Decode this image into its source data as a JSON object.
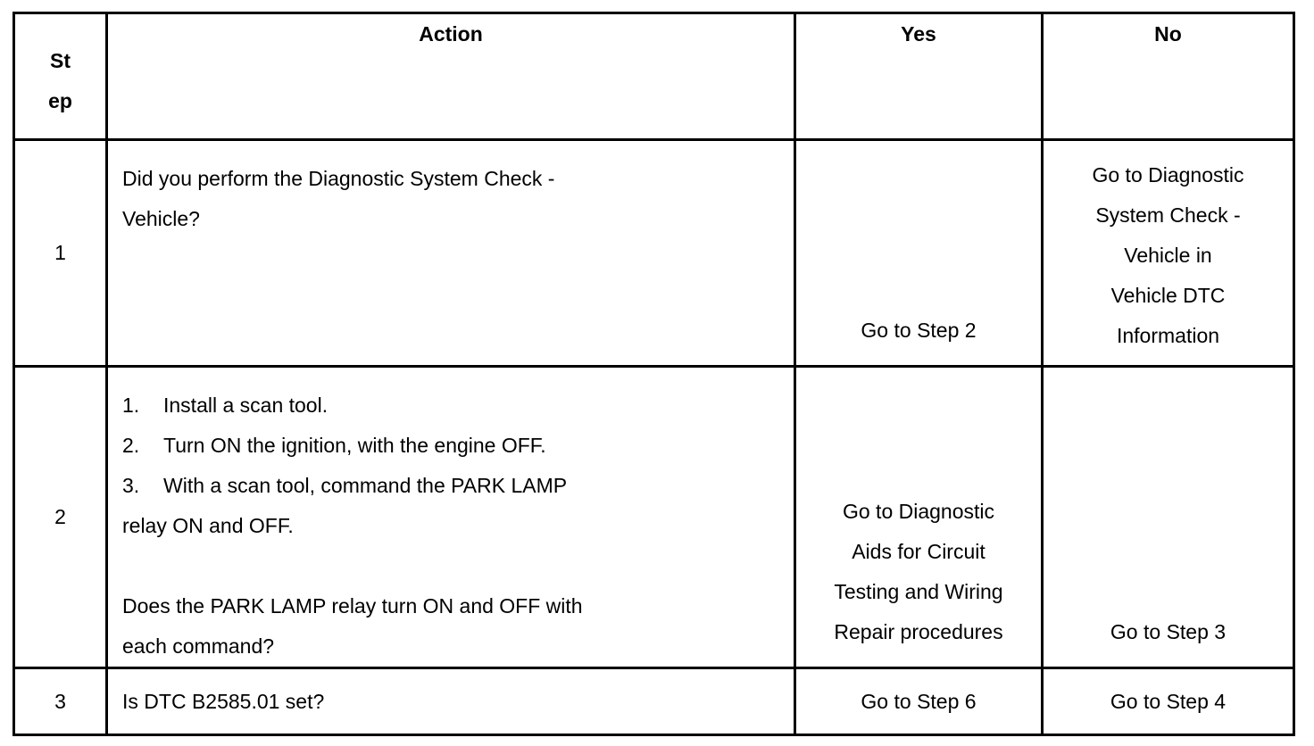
{
  "table": {
    "headers": {
      "step_line1": "St",
      "step_line2": "ep",
      "action": "Action",
      "yes": "Yes",
      "no": "No"
    },
    "rows": [
      {
        "step": "1",
        "action_lines": [
          "Did you perform the Diagnostic System Check -",
          "Vehicle?"
        ],
        "yes_lines": [
          "Go to Step 2"
        ],
        "no_lines": [
          "Go to Diagnostic",
          "System Check -",
          "Vehicle in",
          "Vehicle DTC",
          "Information"
        ]
      },
      {
        "step": "2",
        "action_list": [
          {
            "num": "1.",
            "text": "Install a scan tool."
          },
          {
            "num": "2.",
            "text": "Turn ON the ignition, with the engine OFF."
          },
          {
            "num": "3.",
            "text": "With a scan tool, command the PARK LAMP"
          }
        ],
        "action_continuation": "relay ON and OFF.",
        "action_question_lines": [
          " Does the PARK LAMP relay turn ON and OFF with",
          "each command?"
        ],
        "yes_lines": [
          "Go to Diagnostic",
          "Aids for Circuit",
          "Testing and Wiring",
          "Repair procedures"
        ],
        "no_lines": [
          "Go to Step 3"
        ]
      },
      {
        "step": "3",
        "action_lines": [
          "Is DTC B2585.01 set?"
        ],
        "yes_lines": [
          "Go to Step 6"
        ],
        "no_lines": [
          "Go to Step 4"
        ]
      }
    ]
  },
  "colors": {
    "border": "#000000",
    "text": "#000000",
    "background": "#ffffff"
  }
}
